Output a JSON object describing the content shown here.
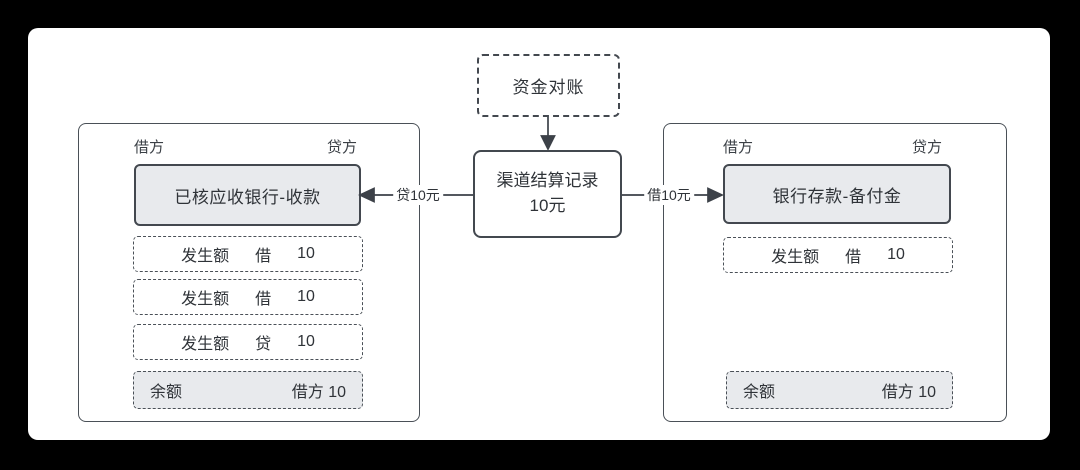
{
  "diagram": {
    "trigger": {
      "label": "资金对账"
    },
    "center_node": {
      "title": "渠道结算记录",
      "amount": "10元"
    },
    "flows": {
      "credit_label": "贷10元",
      "debit_label": "借10元"
    },
    "left_account": {
      "debit_header": "借方",
      "credit_header": "贷方",
      "title": "已核应收银行-收款",
      "entries": [
        {
          "name": "发生额",
          "side": "借",
          "amount": "10"
        },
        {
          "name": "发生额",
          "side": "借",
          "amount": "10"
        },
        {
          "name": "发生额",
          "side": "贷",
          "amount": "10"
        }
      ],
      "balance": {
        "label": "余额",
        "value": "借方 10"
      }
    },
    "right_account": {
      "debit_header": "借方",
      "credit_header": "贷方",
      "title": "银行存款-备付金",
      "entries": [
        {
          "name": "发生额",
          "side": "借",
          "amount": "10"
        }
      ],
      "balance": {
        "label": "余额",
        "value": "借方 10"
      }
    },
    "colors": {
      "frame": "#000000",
      "board": "#ffffff",
      "fill_gray": "#e8eaed",
      "line": "#43484f",
      "text": "#2f3338"
    }
  }
}
